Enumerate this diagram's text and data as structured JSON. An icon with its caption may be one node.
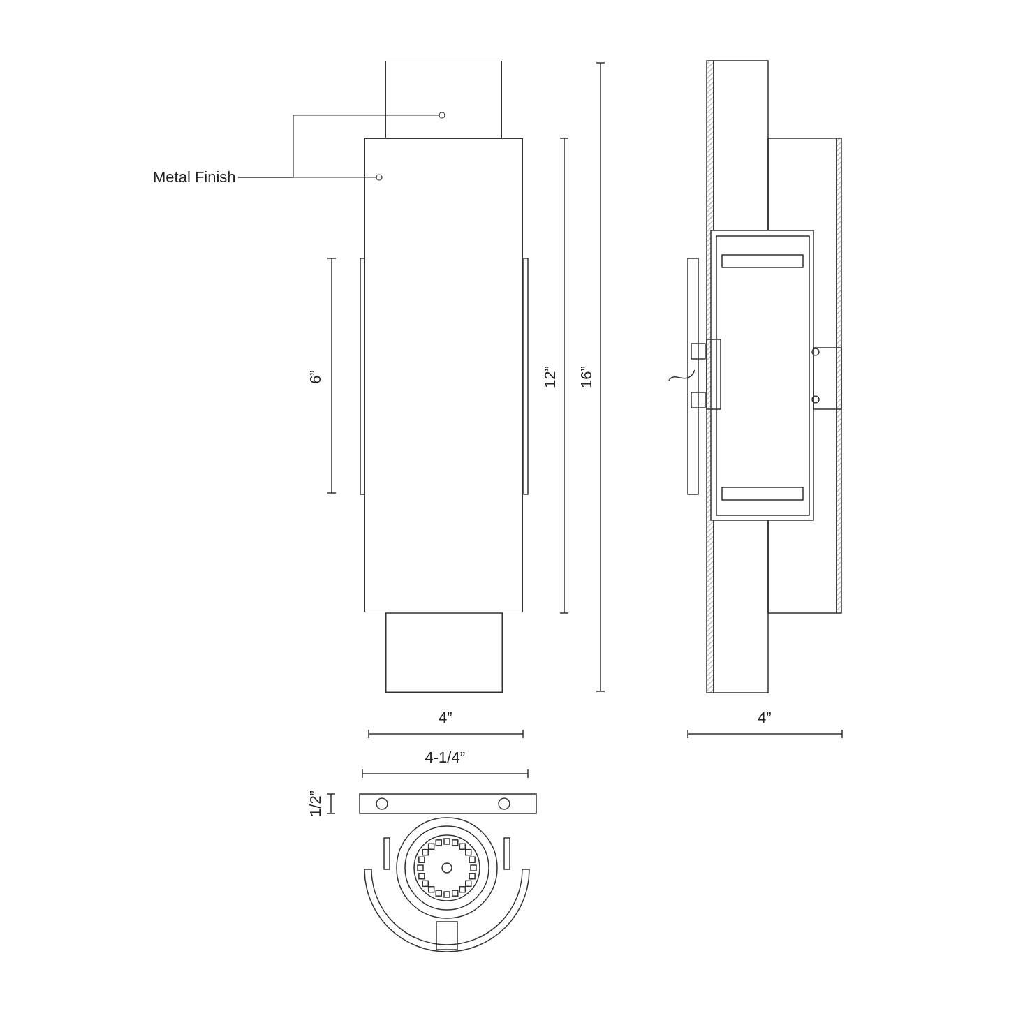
{
  "diagram": {
    "nodes": [
      {
        "text": [
          "Metal Finish"
        ]
      },
      {
        "text": [],
        "shape": "box"
      },
      {
        "text": [],
        "shape": "box"
      }
    ],
    "edges": [
      {
        "from": 0,
        "to": 1,
        "arrow": "other"
      },
      {
        "from": 0,
        "to": 2,
        "arrow": "other"
      }
    ],
    "labels": [
      "6”",
      "12”",
      "16”",
      "4”",
      "4”",
      "4-1/4”",
      "1/2”"
    ]
  }
}
